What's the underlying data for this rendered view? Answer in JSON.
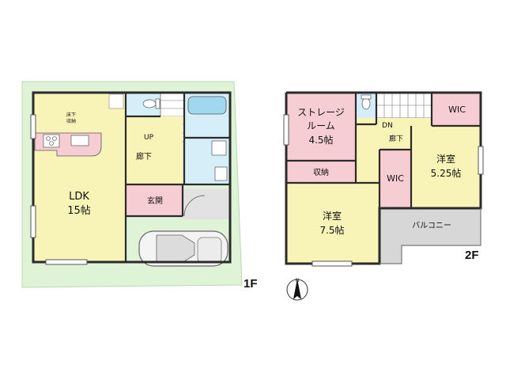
{
  "floors": {
    "first": {
      "label": "1F",
      "rooms": {
        "ldk_name": "LDK",
        "ldk_size": "15帖",
        "hallway": "廊下",
        "entrance": "玄関",
        "up": "UP",
        "underfloor_line1": "床下",
        "underfloor_line2": "収納"
      }
    },
    "second": {
      "label": "2F",
      "rooms": {
        "storage_room_line1": "ストレージ",
        "storage_room_line2": "ルーム",
        "storage_room_size": "4.5帖",
        "closet": "収納",
        "dn": "DN",
        "hallway": "廊下",
        "wic_top": "WIC",
        "wic_mid": "WIC",
        "western_room_right": "洋室",
        "western_room_right_size": "5.25帖",
        "western_room_left": "洋室",
        "western_room_left_size": "7.5帖",
        "balcony": "バルコニー"
      }
    }
  },
  "compass": {
    "label": "N"
  },
  "colors": {
    "yard": "#dff3d6",
    "room_yellow": "#f8f3b7",
    "room_pink": "#f6cdd2",
    "wet_blue": "#d6eef7",
    "balcony_gray": "#d7d7d7",
    "wall": "#2b2b2b"
  }
}
